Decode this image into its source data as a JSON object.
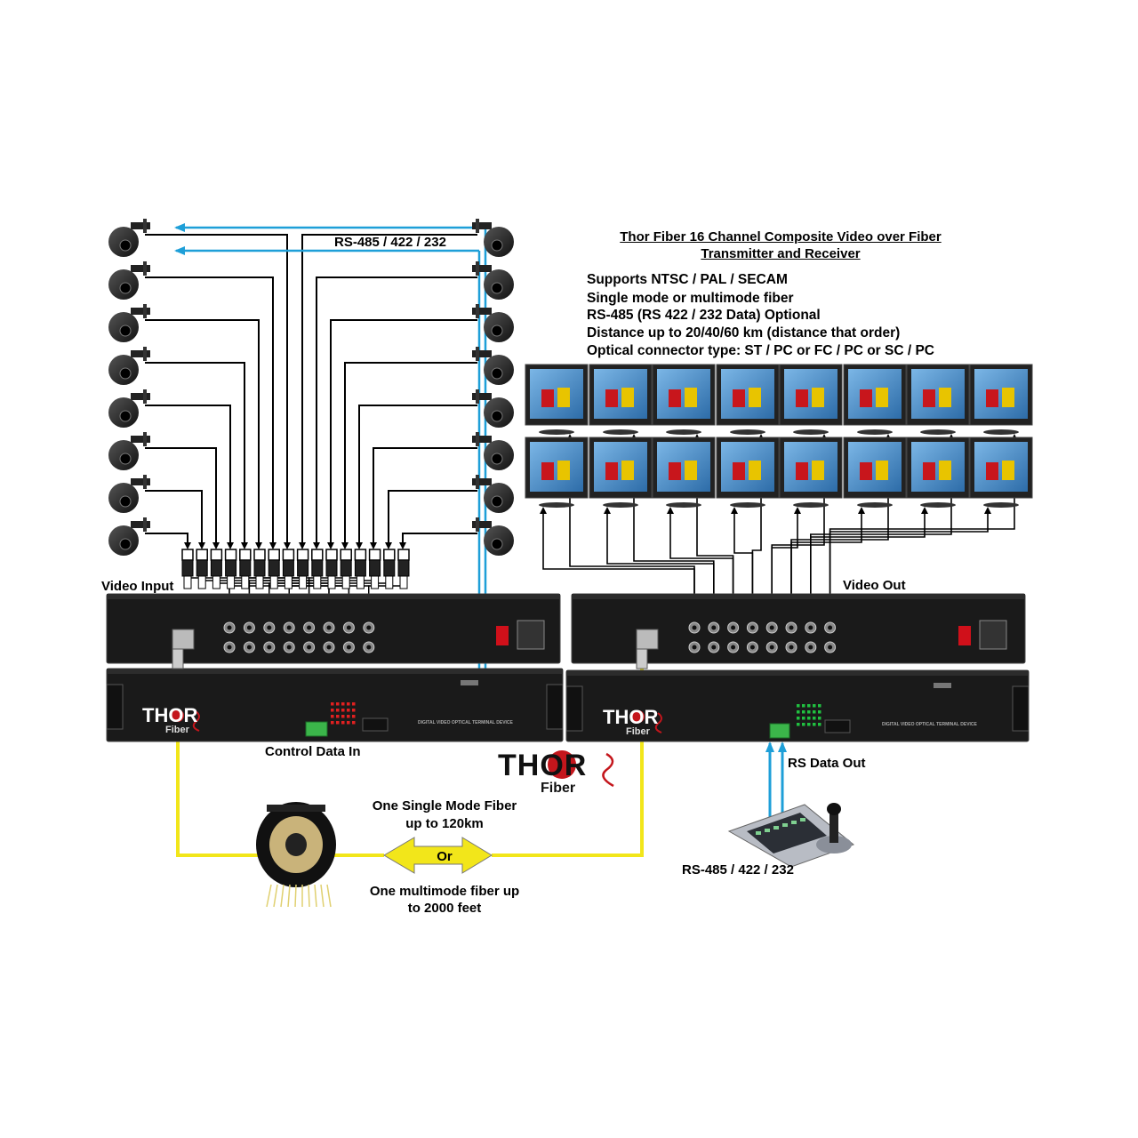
{
  "header": {
    "title_line1": "Thor Fiber 16 Channel Composite Video over Fiber",
    "title_line2": "Transmitter and Receiver"
  },
  "features": [
    "Supports NTSC / PAL / SECAM",
    "Single mode or multimode fiber",
    "RS-485 (RS 422 / 232 Data) Optional",
    "Distance up to 20/40/60 km (distance that order)",
    "Optical connector type: ST / PC or FC / PC or SC / PC"
  ],
  "labels": {
    "rs_top": "RS-485 / 422 / 232",
    "video_input": "Video  Input",
    "video_out": "Video Out",
    "control_data_in": "Control Data In",
    "rs_data_out": "RS Data Out",
    "rs_bottom": "RS-485 / 422 / 232",
    "fiber_single_1": "One Single Mode Fiber",
    "fiber_single_2": "up to 120km",
    "or": "Or",
    "fiber_multi_1": "One multimode fiber up",
    "fiber_multi_2": "to 2000 feet"
  },
  "brand": {
    "logo_main": "THOR",
    "logo_sub": "Fiber",
    "device_text": "DIGITAL VIDEO OPTICAL TERMINAL DEVICE"
  },
  "colors": {
    "fiber": "#f2e61a",
    "data_line": "#1e9fd8",
    "device": "#1a1a1a",
    "logo_red": "#c4161c"
  },
  "icons": {
    "camera": "ptz-dome-camera-icon",
    "monitor": "crt-monitor-icon",
    "reel": "fiber-cable-reel-icon",
    "keyboard": "ptz-joystick-keyboard-icon"
  }
}
